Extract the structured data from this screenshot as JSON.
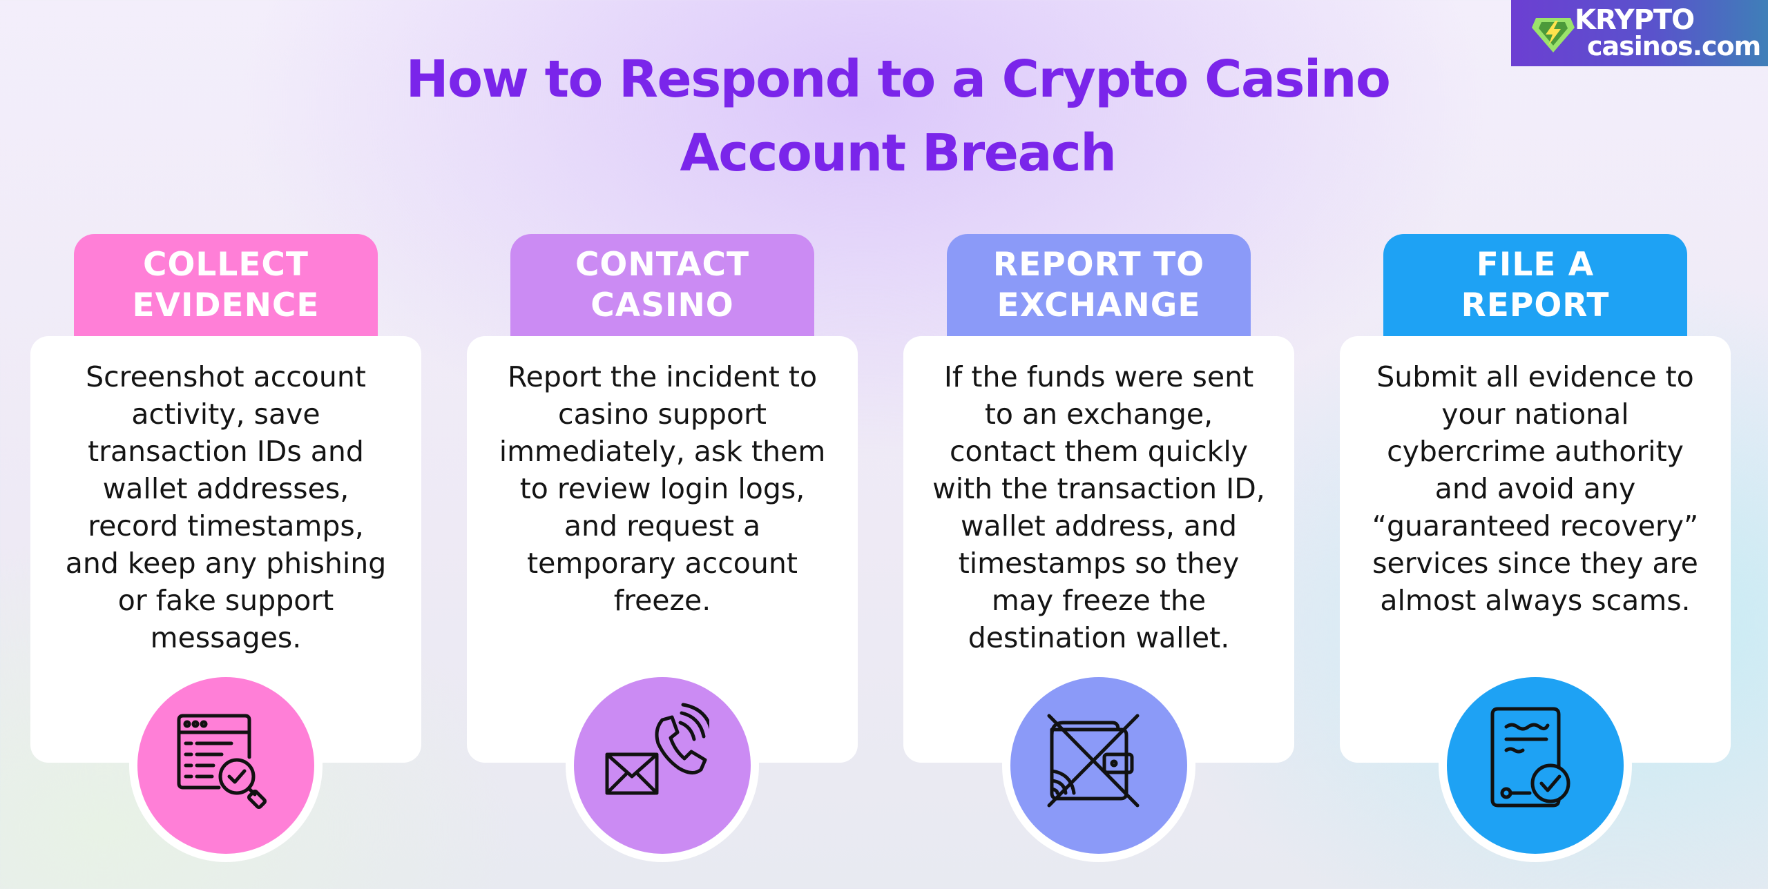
{
  "title": {
    "line1": "How to Respond to a Crypto Casino",
    "line2": "Account Breach"
  },
  "logo": {
    "word1": "KRYPTO",
    "word2": "casinos.com"
  },
  "steps": [
    {
      "header_line1": "COLLECT",
      "header_line2": "EVIDENCE",
      "text": "Screenshot account activity, save transaction IDs and wallet addresses, record timestamps, and keep any phishing or fake support messages.",
      "color": "#ff7fd7",
      "icon": "browser-magnifier-check-icon"
    },
    {
      "header_line1": "CONTACT",
      "header_line2": "CASINO",
      "text": "Report the incident to casino support immediately, ask them to review login logs, and request a temporary account freeze.",
      "color": "#cb8bf3",
      "icon": "envelope-phone-icon"
    },
    {
      "header_line1": "REPORT  TO",
      "header_line2": "EXCHANGE",
      "text": "If the funds were sent to an exchange, contact them quickly with the transaction ID, wallet address, and timestamps so they may freeze the destination wallet.",
      "color": "#8b9af8",
      "icon": "crossed-wallet-icon"
    },
    {
      "header_line1": "FILE A",
      "header_line2": "REPORT",
      "text": "Submit all evidence to your national cybercrime authority and avoid any “guaranteed recovery” services since they are almost always scams.",
      "color": "#1ea2f4",
      "icon": "document-check-icon"
    }
  ]
}
